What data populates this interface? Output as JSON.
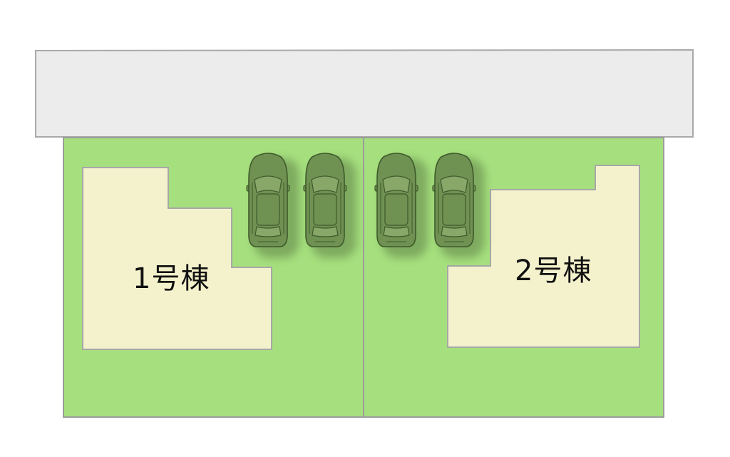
{
  "lots": [
    {
      "label": "1号棟"
    },
    {
      "label": "2号棟"
    }
  ],
  "parking_spaces": 4,
  "colors": {
    "road": "#ececec",
    "road_border": "#a9a9a9",
    "lot": "#a6e07e",
    "lot_border": "#9c9c9c",
    "building": "#f3f2cc",
    "building_border": "#a7a7a7",
    "car": "#6f9152",
    "car_shadow": "#4f6b3a",
    "label_text": "#111111"
  }
}
